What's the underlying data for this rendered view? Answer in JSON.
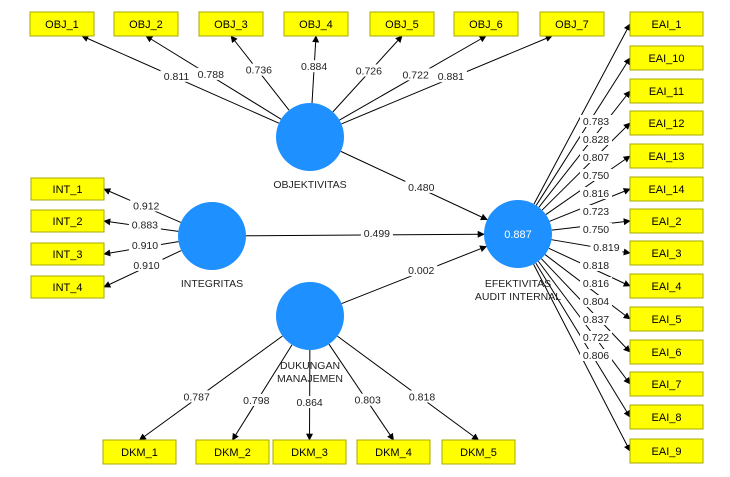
{
  "latent": {
    "obj": {
      "name": "OBJEKTIVITAS"
    },
    "int": {
      "name": "INTEGRITAS"
    },
    "dkm": {
      "name": "DUKUNGAN MANAJEMEN",
      "lines": [
        "DUKUNGAN",
        "MANAJEMEN"
      ]
    },
    "eai": {
      "name": "EFEKTIVITAS AUDIT INTERNAL",
      "lines": [
        "EFEKTIVITAS",
        "AUDIT INTERNAL"
      ],
      "r2": "0.887"
    }
  },
  "paths": {
    "obj_eai": "0.480",
    "int_eai": "0.499",
    "dkm_eai": "0.002"
  },
  "indicators": {
    "obj": [
      {
        "label": "OBJ_1",
        "loading": "0.811"
      },
      {
        "label": "OBJ_2",
        "loading": "0.788"
      },
      {
        "label": "OBJ_3",
        "loading": "0.736"
      },
      {
        "label": "OBJ_4",
        "loading": "0.884"
      },
      {
        "label": "OBJ_5",
        "loading": "0.726"
      },
      {
        "label": "OBJ_6",
        "loading": "0.722"
      },
      {
        "label": "OBJ_7",
        "loading": "0.881"
      }
    ],
    "int": [
      {
        "label": "INT_1",
        "loading": "0.912"
      },
      {
        "label": "INT_2",
        "loading": "0.883"
      },
      {
        "label": "INT_3",
        "loading": "0.910"
      },
      {
        "label": "INT_4",
        "loading": "0.910"
      }
    ],
    "dkm": [
      {
        "label": "DKM_1",
        "loading": "0.787"
      },
      {
        "label": "DKM_2",
        "loading": "0.798"
      },
      {
        "label": "DKM_3",
        "loading": "0.864"
      },
      {
        "label": "DKM_4",
        "loading": "0.803"
      },
      {
        "label": "DKM_5",
        "loading": "0.818"
      }
    ],
    "eai": [
      {
        "label": "EAI_1",
        "loading": "0.783"
      },
      {
        "label": "EAI_10",
        "loading": "0.828"
      },
      {
        "label": "EAI_11",
        "loading": "0.807"
      },
      {
        "label": "EAI_12",
        "loading": "0.750"
      },
      {
        "label": "EAI_13",
        "loading": "0.816"
      },
      {
        "label": "EAI_14",
        "loading": "0.723"
      },
      {
        "label": "EAI_2",
        "loading": "0.750"
      },
      {
        "label": "EAI_3",
        "loading": "0.819"
      },
      {
        "label": "EAI_4",
        "loading": "0.818"
      },
      {
        "label": "EAI_5",
        "loading": "0.816"
      },
      {
        "label": "EAI_6",
        "loading": "0.804"
      },
      {
        "label": "EAI_7",
        "loading": "0.837"
      },
      {
        "label": "EAI_8",
        "loading": "0.722"
      },
      {
        "label": "EAI_9",
        "loading": "0.806"
      }
    ]
  },
  "colors": {
    "latent_fill": "#1e90ff",
    "indicator_fill": "#ffff00",
    "indicator_border": "#a8a800",
    "arrow": "#000000"
  }
}
